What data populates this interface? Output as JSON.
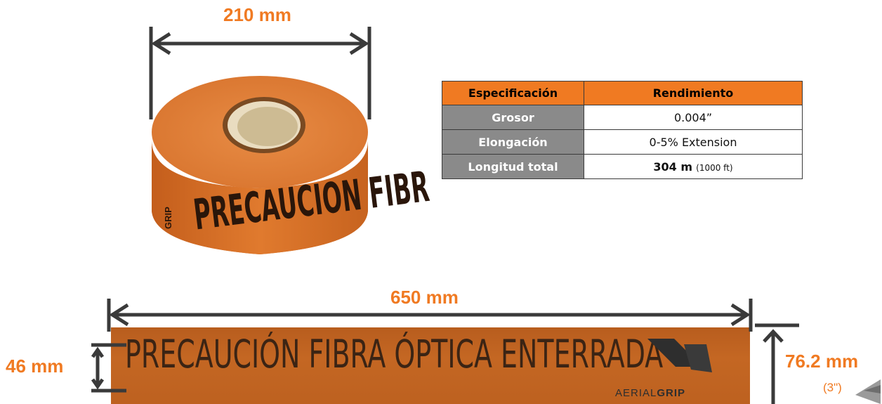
{
  "dimensions": {
    "roll_width": "210 mm",
    "tape_length": "650 mm",
    "text_height": "46 mm",
    "tape_width": "76.2 mm",
    "tape_width_inches": "(3\")"
  },
  "spec_table": {
    "headers": [
      "Especificación",
      "Rendimiento"
    ],
    "rows": [
      {
        "label": "Grosor",
        "value": "0.004”"
      },
      {
        "label": "Elongación",
        "value": "0-5% Extension"
      },
      {
        "label": "Longitud total",
        "value_bold": "304 m",
        "value_small": "(1000 ft)"
      }
    ]
  },
  "tape": {
    "printed_text": "PRECAUCIÓN FIBRA ÓPTICA ENTERRADA",
    "brand_light": "AERIAL",
    "brand_bold": "GRIP"
  },
  "roll": {
    "printed_text": "PRECAUCION FIBR",
    "brand": "GRIP"
  },
  "colors": {
    "accent": "#f07a22",
    "tape": "#c46723",
    "table_label_bg": "#8a8a8a"
  }
}
